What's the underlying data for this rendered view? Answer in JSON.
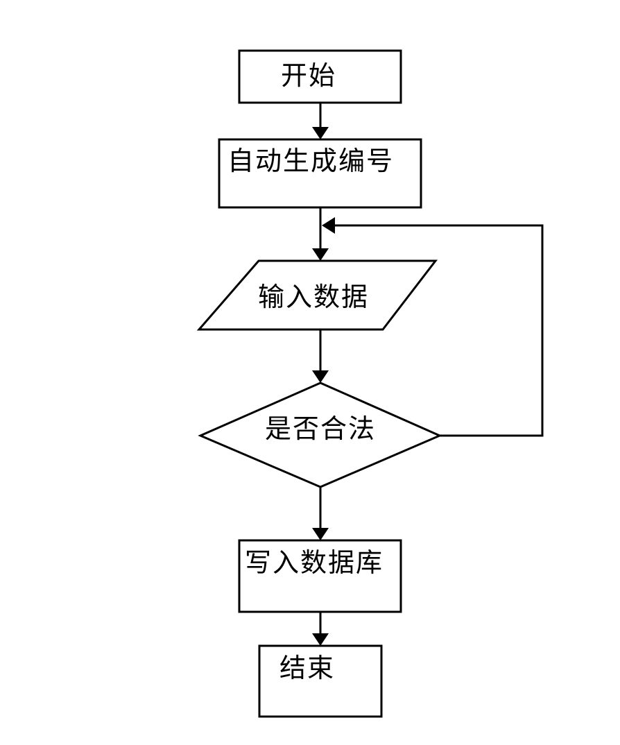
{
  "diagram": {
    "type": "flowchart",
    "direction": "top-down",
    "colors": {
      "background": "#ffffff",
      "stroke": "#000000",
      "shape_fill": "#ffffff",
      "text": "#000000"
    },
    "nodes": [
      {
        "id": "start",
        "shape": "rectangle",
        "label": "开始"
      },
      {
        "id": "auto-generate-number",
        "shape": "rectangle",
        "label": "自动生成编号"
      },
      {
        "id": "input-data",
        "shape": "parallelogram",
        "label": "输入数据"
      },
      {
        "id": "validity-check",
        "shape": "diamond",
        "label": "是否合法"
      },
      {
        "id": "write-database",
        "shape": "rectangle",
        "label": "写入数据库"
      },
      {
        "id": "end",
        "shape": "rectangle",
        "label": "结束"
      }
    ],
    "edges": [
      {
        "from": "start",
        "to": "auto-generate-number",
        "style": "arrow-down"
      },
      {
        "from": "auto-generate-number",
        "to": "input-data",
        "style": "arrow-down"
      },
      {
        "from": "input-data",
        "to": "validity-check",
        "style": "arrow-down"
      },
      {
        "from": "validity-check",
        "to": "input-data",
        "style": "loop-back-right-side"
      },
      {
        "from": "validity-check",
        "to": "write-database",
        "style": "arrow-down"
      },
      {
        "from": "write-database",
        "to": "end",
        "style": "arrow-down"
      }
    ]
  }
}
